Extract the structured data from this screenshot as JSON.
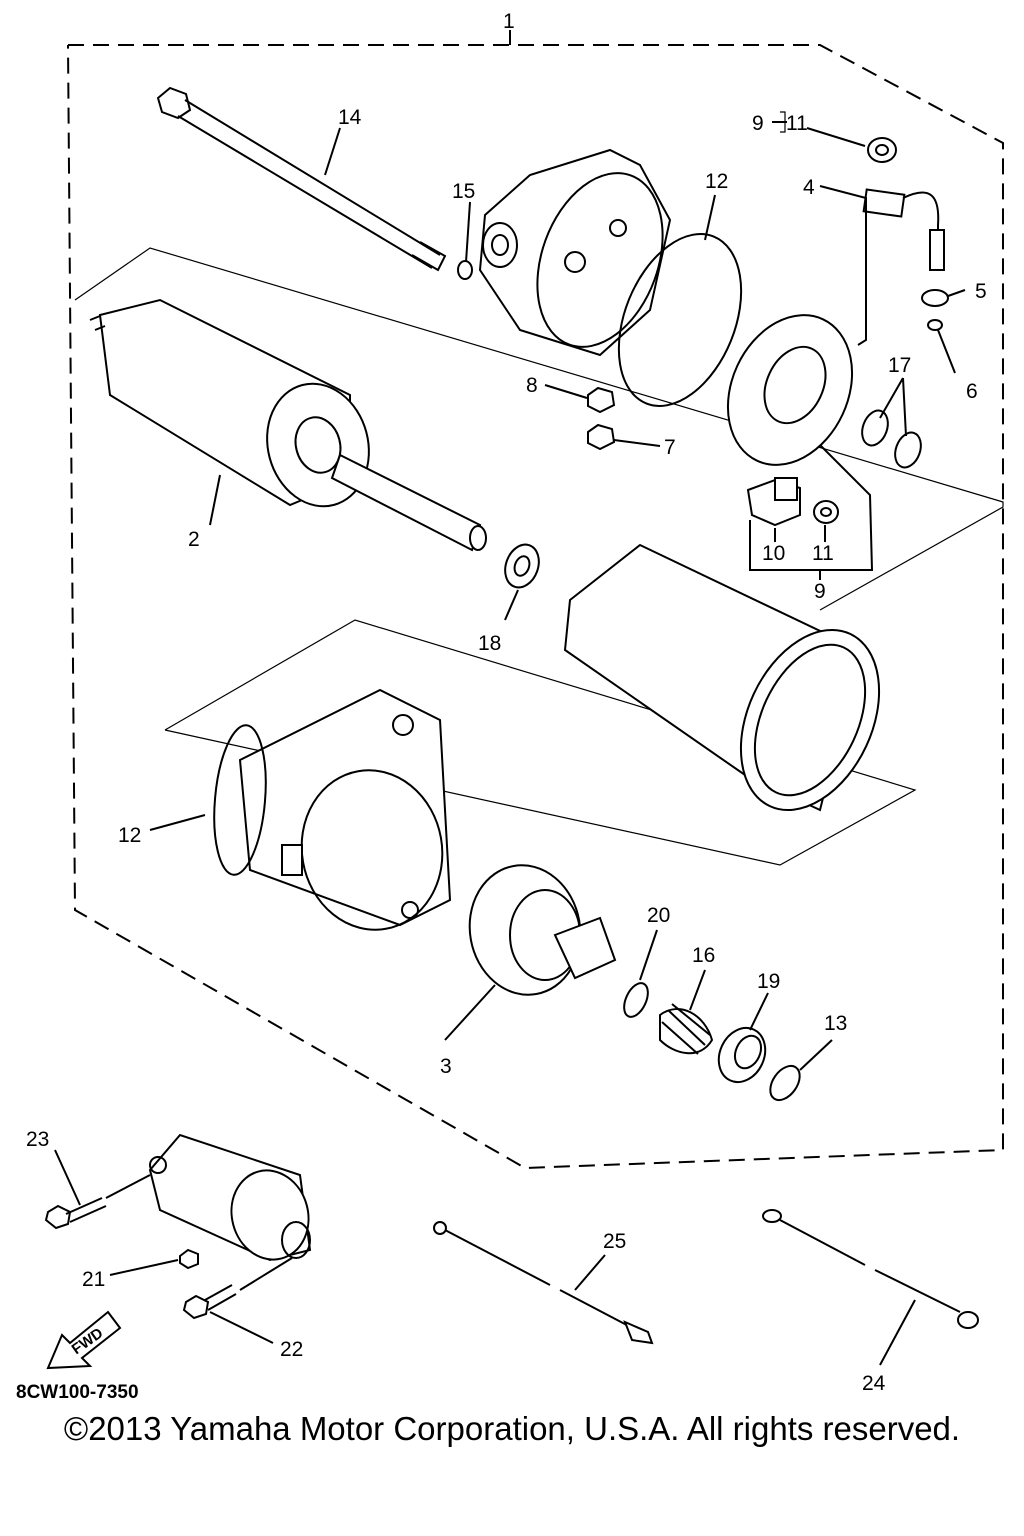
{
  "figure_code": "8CW100-7350",
  "fwd_label": "FWD",
  "copyright": "©2013 Yamaha Motor Corporation, U.S.A. All rights reserved.",
  "callouts": {
    "c1": "1",
    "c2": "2",
    "c3": "3",
    "c4": "4",
    "c5": "5",
    "c6": "6",
    "c7": "7",
    "c8": "8",
    "c9a": "9",
    "c9b": "9",
    "c10": "10",
    "c11a": "11",
    "c11b": "11",
    "c12a": "12",
    "c12b": "12",
    "c13": "13",
    "c14": "14",
    "c15": "15",
    "c16": "16",
    "c17": "17",
    "c18": "18",
    "c19": "19",
    "c20": "20",
    "c21": "21",
    "c22": "22",
    "c23": "23",
    "c24": "24",
    "c25": "25"
  }
}
